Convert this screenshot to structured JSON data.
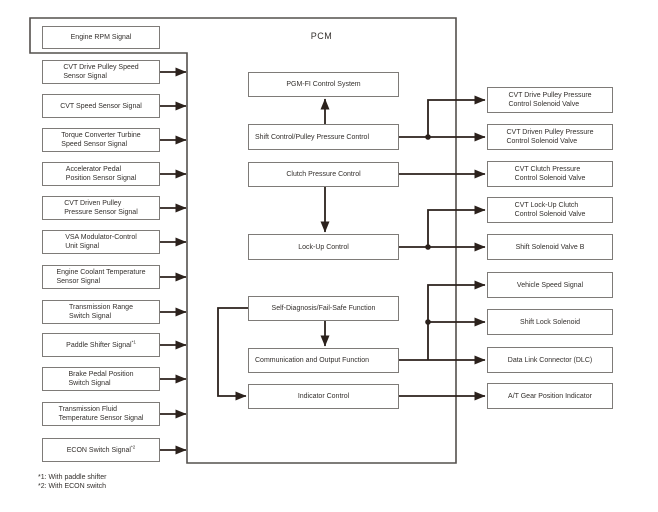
{
  "diagram": {
    "title": "PCM",
    "inputs": [
      {
        "lines": [
          "Engine RPM Signal"
        ]
      },
      {
        "lines": [
          "CVT Drive Pulley Speed",
          "Sensor Signal"
        ]
      },
      {
        "lines": [
          "CVT Speed Sensor Signal"
        ]
      },
      {
        "lines": [
          "Torque Converter Turbine",
          "Speed Sensor Signal"
        ]
      },
      {
        "lines": [
          "Accelerator Pedal",
          "Position Sensor Signal"
        ]
      },
      {
        "lines": [
          "CVT Driven Pulley",
          "Pressure Sensor Signal"
        ]
      },
      {
        "lines": [
          "VSA Modulator-Control",
          "Unit Signal"
        ]
      },
      {
        "lines": [
          "Engine Coolant Temperature",
          "Sensor Signal"
        ]
      },
      {
        "lines": [
          "Transmission Range",
          "Switch Signal"
        ]
      },
      {
        "lines": [
          "Paddle Shifter Signal"
        ],
        "sup": "*1"
      },
      {
        "lines": [
          "Brake Pedal Position",
          "Switch Signal"
        ]
      },
      {
        "lines": [
          "Transmission Fluid",
          "Temperature Sensor Signal"
        ]
      },
      {
        "lines": [
          "ECON Switch Signal"
        ],
        "sup": "*2"
      }
    ],
    "processes": [
      "PGM-FI Control System",
      "Shift Control/Pulley Pressure Control",
      "Clutch Pressure Control",
      "Lock-Up Control",
      "Self-Diagnosis/Fail-Safe Function",
      "Communication and Output Function",
      "Indicator Control"
    ],
    "outputs": [
      {
        "lines": [
          "CVT Drive Pulley Pressure",
          "Control Solenoid Valve"
        ]
      },
      {
        "lines": [
          "CVT Driven Pulley Pressure",
          "Control Solenoid Valve"
        ]
      },
      {
        "lines": [
          "CVT Clutch Pressure",
          "Control Solenoid Valve"
        ]
      },
      {
        "lines": [
          "CVT Lock-Up Clutch",
          "Control Solenoid Valve"
        ]
      },
      {
        "lines": [
          "Shift Solenoid Valve B"
        ]
      },
      {
        "lines": [
          "Vehicle Speed Signal"
        ]
      },
      {
        "lines": [
          "Shift Lock Solenoid"
        ]
      },
      {
        "lines": [
          "Data Link Connector (DLC)"
        ]
      },
      {
        "lines": [
          "A/T Gear Position Indicator"
        ]
      }
    ],
    "footnotes": [
      "*1: With paddle shifter",
      "*2: With ECON switch"
    ],
    "colors": {
      "background": "#ffffff",
      "text": "#332f2c",
      "box_border": "#7e7b78",
      "pcm_border": "#54504d",
      "wire": "#2b211c"
    }
  }
}
